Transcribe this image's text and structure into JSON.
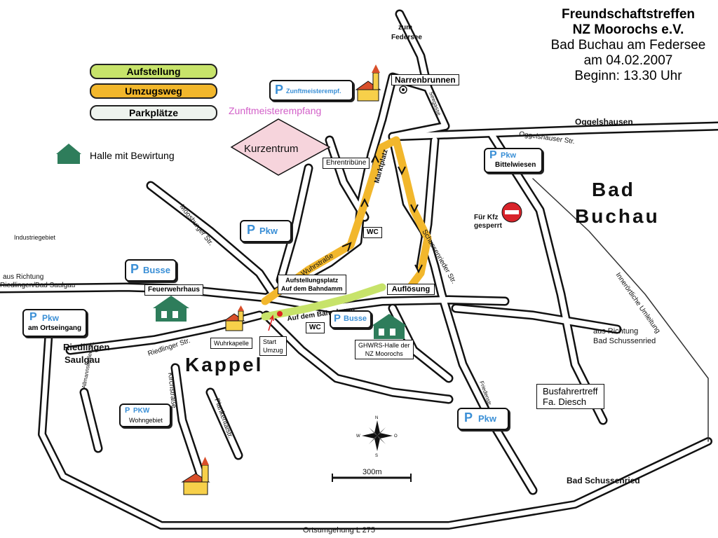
{
  "header": {
    "line1": "Freundschaftstreffen",
    "line2": "NZ Moorochs e.V.",
    "line3": "Bad Buchau am Federsee",
    "line4": "am 04.02.2007",
    "line5": "Beginn: 13.30 Uhr"
  },
  "legend": {
    "aufstellung": "Aufstellung",
    "umzugsweg": "Umzugsweg",
    "parkplaetze": "Parkplätze",
    "halle": "Halle mit Bewirtung",
    "colors": {
      "aufstellung": "#c7e36a",
      "umzugsweg": "#f2b72c",
      "parkplaetze": "#eef3ee",
      "halle": "#2e7d5b"
    }
  },
  "places": {
    "zum_federsee_1": "zum",
    "zum_federsee_2": "Federsee",
    "narrenbrunnen": "Narrenbrunnen",
    "zunftmeister_label": "Zunftmeisterempfang",
    "kurzentrum": "Kurzentrum",
    "ehrentribune": "Ehrentribüne",
    "oggelshausen": "Oggelshausen",
    "bad": "Bad",
    "buchau": "Buchau",
    "fuer_kfz_1": "Für Kfz",
    "fuer_kfz_2": "gesperrt",
    "industriegebiet": "Industriegebiet",
    "aus_richtung_1": "aus Richtung",
    "aus_richtung_2": "Riedlingen/Bad Saulgau",
    "feuerwehrhaus": "Feuerwehrhaus",
    "aufstellungsplatz_1": "Aufstellungsplatz",
    "aufstellungsplatz_2": "Auf dem Bahndamm",
    "wc1": "WC",
    "wc2": "WC",
    "aufloesung": "Auflösung",
    "wuhrkapelle": "Wuhrkapelle",
    "start_1": "Start",
    "start_2": "Umzug",
    "ghwrs_1": "GHWRS-Halle der",
    "ghwrs_2": "NZ Moorochs",
    "riedlingen": "Riedlingen",
    "saulgau": "Saulgau",
    "kappel": "Kappel",
    "aus_schussenried_1": "aus Richtung",
    "aus_schussenried_2": "Bad Schussenried",
    "busfahrer_1": "Busfahrertreff",
    "busfahrer_2": "Fa. Diesch",
    "bad_schussenried": "Bad Schussenried",
    "scale": "300m",
    "ortsumgehung": "Ortsumgehung L 275"
  },
  "streets": {
    "oggelshauser": "Oggelshauser Str.",
    "marktplatz": "Marktplatz",
    "moosburger": "Moosburger Str.",
    "wuhrstrasse": "Wuhrstraße",
    "schussenrieder": "Schussenrieder Str.",
    "auf_dem_bahndamm": "Auf  dem Bahndamm",
    "riedlinger": "Riedlinger Str.",
    "kirchstrasse": "Kirchstraße",
    "plankentalstr": "Plankentalstr.",
    "allmannsweiler": "Allmannsweiler Str.",
    "innerortliche": "Innerörtliche Umleitung",
    "friedenstr": "Friedenstr.",
    "seegasse": "Seegasse"
  },
  "parking": {
    "zunftmeister": {
      "p": "P",
      "label": "Zunftmeisterempf."
    },
    "bittelwiesen": {
      "p": "P",
      "label": "Pkw",
      "sub": "Bittelwiesen"
    },
    "pkw_center": {
      "p": "P",
      "label": "Pkw"
    },
    "busse_left": {
      "p": "P",
      "label": "Busse"
    },
    "pkw_ortseingang": {
      "p": "P",
      "label": "Pkw",
      "sub": "am Ortseingang"
    },
    "busse_center": {
      "p": "P",
      "label": "Busse"
    },
    "pkw_wohngebiet": {
      "p": "P",
      "label": "PKW",
      "sub": "Wohngebiet"
    },
    "pkw_bottom": {
      "p": "P",
      "label": "Pkw"
    }
  },
  "compass": {
    "n": "N",
    "s": "S",
    "w": "W",
    "o": "O"
  }
}
